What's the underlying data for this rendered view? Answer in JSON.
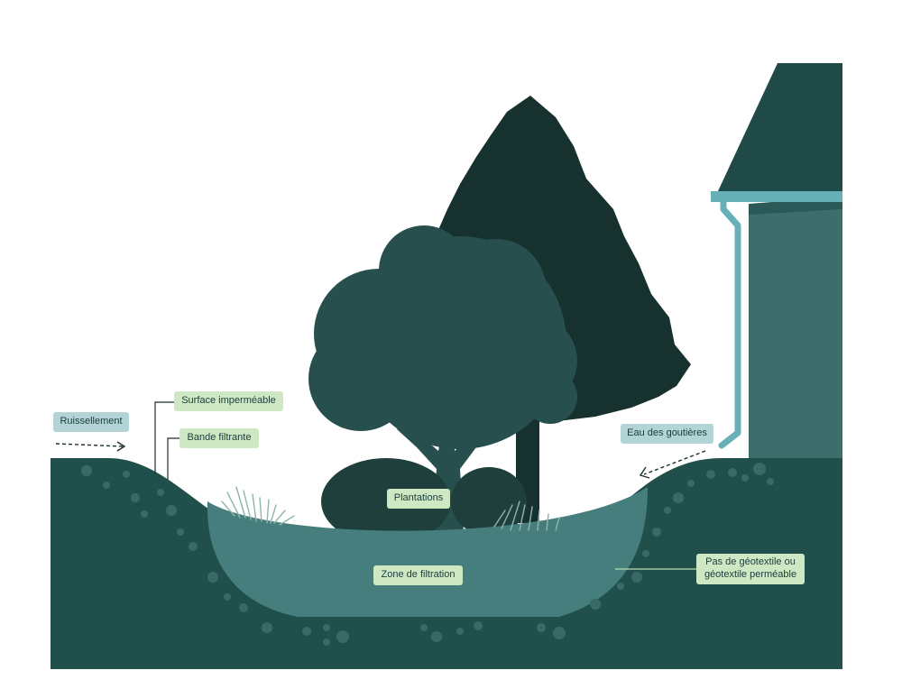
{
  "labels": {
    "ruissellement": "Ruissellement",
    "surface_impermeable": "Surface imperméable",
    "bande_filtrante": "Bande filtrante",
    "plantations": "Plantations",
    "zone_filtration": "Zone de filtration",
    "eau_gouttieres": "Eau des goutières",
    "geotextile_line1": "Pas de géotextile ou",
    "geotextile_line2": "géotextile perméable"
  },
  "colors": {
    "ground": "#214f4c",
    "basin": "#457e7d",
    "house_wall": "#3e6e6c",
    "roof": "#1f4a47",
    "gutter": "#67b0b8",
    "conifer": "#17312e",
    "broadleaf": "#274f4d",
    "shrub": "#1f3f3c",
    "pebble": "#3a6a67",
    "label_green": "#cfe8c4",
    "label_blue": "#b2d4d6",
    "label_text": "#1a3b3b"
  }
}
